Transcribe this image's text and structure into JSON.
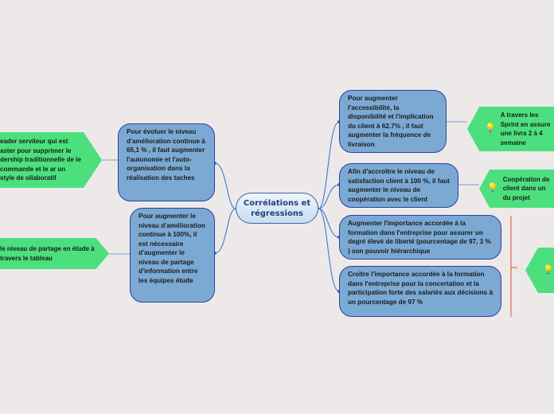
{
  "center": {
    "title": "Corrélations et régressions"
  },
  "left": [
    {
      "text": "Pour évoluer le niveau d'amélioration continue à 65,1 % , il faut augmenter l'autonomie et l'auto-organisation dans la réalisation des taches",
      "child": "eader serviteur qui est aster  pour supprimer le dership traditionnelle de le commande et le ar un style de ollaboratif"
    },
    {
      "text": "Pour augmenter le niveau d'amélioration continue à 100%,  il est nécessaire d'augmenter le niveau de partage d'information entre les équipes étude",
      "child": "le niveau de partage en étude à travers le tableau"
    }
  ],
  "right": [
    {
      "text": "Pour augmenter l'accessibilité, la disponibilité et l'implication du client à 62.7% , il faut augmenter la fréquence de livraison",
      "child": "A travers les Sprint en assure une livra 2 à 4 semaine"
    },
    {
      "text": "Afin d'accroître le niveau de satisfaction client à 100 %, il faut augmenter le niveau de coopération avec le client",
      "child": "Coopération de client dans un du projet"
    },
    {
      "text": "Augmenter l'importance accordée à la formation dans l'entreprise pour assurer un degré élevé de liberté (pourcentage de 97, 3 % ) son pouvoir hiérarchique"
    },
    {
      "text": "Croître l'importance accordée à la formation dans l'entreprise pour la concertation et la participation forte des salariés aux décisions à un pourcentage de 97 %"
    }
  ],
  "colors": {
    "node": "#7ba9d3",
    "border": "#2b3f9e",
    "green": "#4be07d",
    "bracket": "#e0503a"
  }
}
